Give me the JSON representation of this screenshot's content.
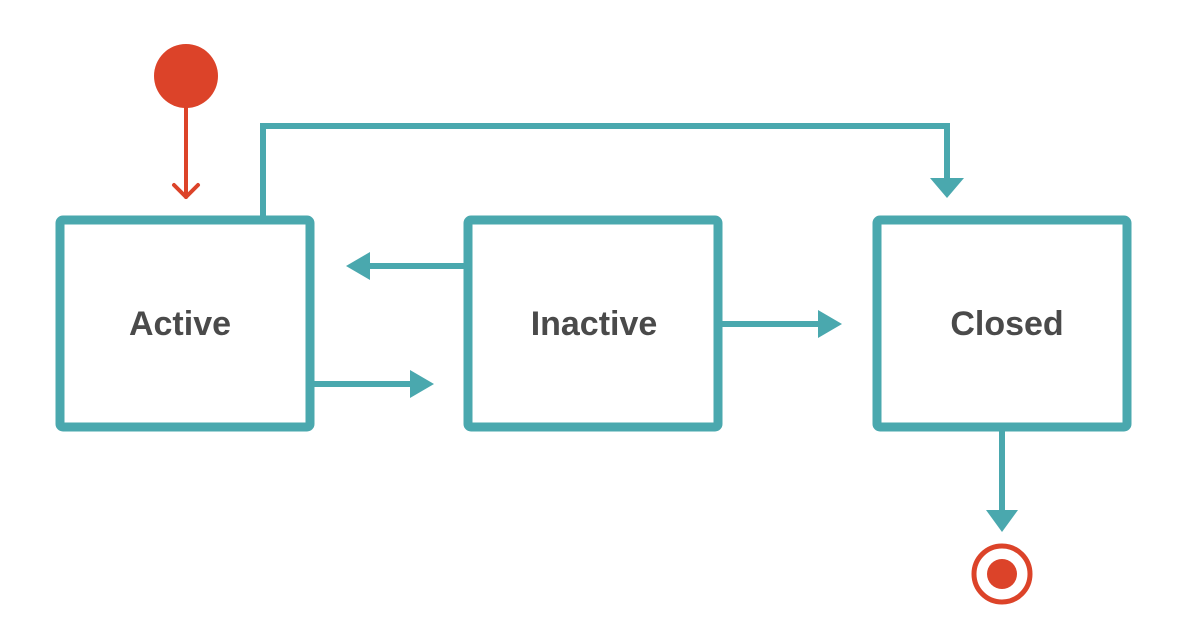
{
  "colors": {
    "teal": "#4aa8ae",
    "red": "#dc4329",
    "text": "#4a4a4a",
    "background": "#ffffff"
  },
  "states": [
    {
      "id": "active",
      "label": "Active"
    },
    {
      "id": "inactive",
      "label": "Inactive"
    },
    {
      "id": "closed",
      "label": "Closed"
    }
  ],
  "pseudostates": {
    "initial": "initial-node",
    "final": "final-node"
  },
  "transitions": [
    {
      "from": "initial",
      "to": "Active"
    },
    {
      "from": "Active",
      "to": "Inactive"
    },
    {
      "from": "Inactive",
      "to": "Active"
    },
    {
      "from": "Inactive",
      "to": "Closed"
    },
    {
      "from": "Active",
      "to": "Closed"
    },
    {
      "from": "Closed",
      "to": "final"
    }
  ]
}
